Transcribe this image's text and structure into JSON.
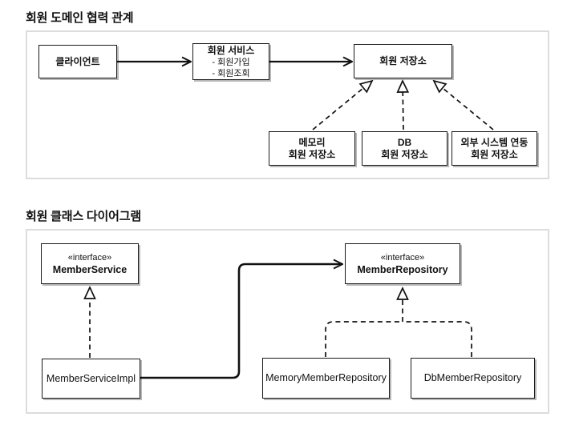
{
  "colors": {
    "box_border": "#1a1a1a",
    "container_border": "#dcdcdc",
    "line": "#111111",
    "text": "#111111",
    "background": "#ffffff"
  },
  "diagram1": {
    "title": "회원 도메인 협력 관계",
    "nodes": {
      "client": {
        "label": "클라이언트"
      },
      "service": {
        "title": "회원 서비스",
        "item1": "- 회원가입",
        "item2": "- 회원조회"
      },
      "repository": {
        "label": "회원 저장소"
      },
      "memory": {
        "line1": "메모리",
        "line2": "회원 저장소"
      },
      "db": {
        "line1": "DB",
        "line2": "회원 저장소"
      },
      "external": {
        "line1": "외부 시스템 연동",
        "line2": "회원 저장소"
      }
    }
  },
  "diagram2": {
    "title": "회원 클래스 다이어그램",
    "nodes": {
      "member_service": {
        "stereotype": "«interface»",
        "name": "MemberService"
      },
      "member_repository": {
        "stereotype": "«interface»",
        "name": "MemberRepository"
      },
      "member_service_impl": {
        "name": "MemberServiceImpl"
      },
      "memory_member_repository": {
        "name": "MemoryMemberRepository"
      },
      "db_member_repository": {
        "name": "DbMemberRepository"
      }
    }
  }
}
